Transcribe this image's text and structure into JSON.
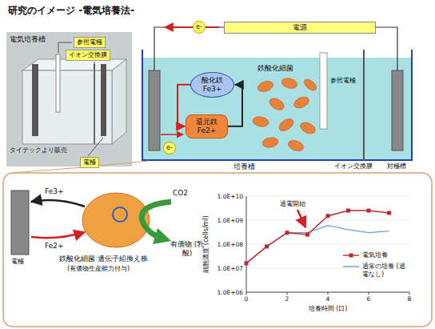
{
  "diagram": {
    "title": "研究のイメージ -電気培養法-",
    "nodes": [
      {
        "text": [
          "参照電極"
        ]
      },
      {
        "text": [
          "イオン交換膜"
        ]
      },
      {
        "text": [
          "電極"
        ]
      },
      {
        "text": [
          "電源"
        ]
      },
      {
        "text": [
          "e-"
        ]
      },
      {
        "text": [
          "酸化鉄",
          "Fe3+"
        ]
      },
      {
        "text": [
          "還元鉄",
          "Fe2+"
        ]
      },
      {
        "text": [
          "e-"
        ]
      }
    ],
    "edges": [
      {
        "from": 5,
        "to": 6,
        "arrow": "to"
      },
      {
        "from": 6,
        "to": 5,
        "arrow": "to"
      }
    ],
    "labels": [
      "電気培養槽",
      "タイテックより販売",
      "鉄酸化細菌",
      "参照電極",
      "培養槽",
      "イオン交換膜",
      "対極槽",
      "電極",
      "Fe3+",
      "Fe2+",
      "CO2",
      "有価物 (乳酸)",
      "鉄酸化細菌 遺伝子組換え株",
      "(有価物生産能力付与)",
      "細胞濃度 (cells/ml)",
      "1.0E+10",
      "1.0E+09",
      "1.0E+08",
      "1.0E+07",
      "1.0E+06",
      "0",
      "2",
      "4",
      "6",
      "8",
      "培養時間 (日)",
      "通電開始"
    ],
    "legend": [
      {
        "text": "電気培養"
      },
      {
        "text": "通常の培養 (通電なし)"
      }
    ]
  }
}
